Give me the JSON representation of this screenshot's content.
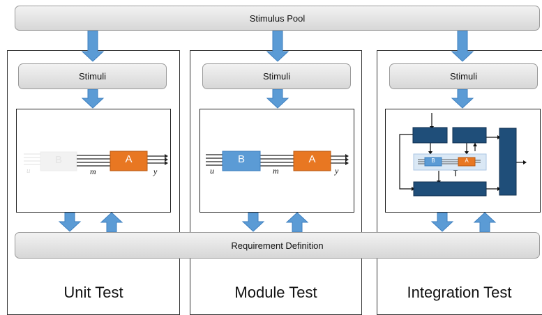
{
  "stimulus_pool": "Stimulus Pool",
  "requirement_definition": "Requirement Definition",
  "panels": [
    {
      "stimuli": "Stimuli",
      "title": "Unit Test",
      "block_b": "B",
      "block_a": "A",
      "var_u": "u",
      "var_m": "m",
      "var_y": "y"
    },
    {
      "stimuli": "Stimuli",
      "title": "Module Test",
      "block_b": "B",
      "block_a": "A",
      "var_u": "u",
      "var_m": "m",
      "var_y": "y"
    },
    {
      "stimuli": "Stimuli",
      "title": "Integration Test",
      "block_b": "B",
      "block_a": "A"
    }
  ],
  "colors": {
    "arrow": "#5b9bd5",
    "block_a": "#e87722",
    "block_b": "#5b9bd5",
    "dark_block": "#1f4e79",
    "bar": "#dcdcdc"
  }
}
